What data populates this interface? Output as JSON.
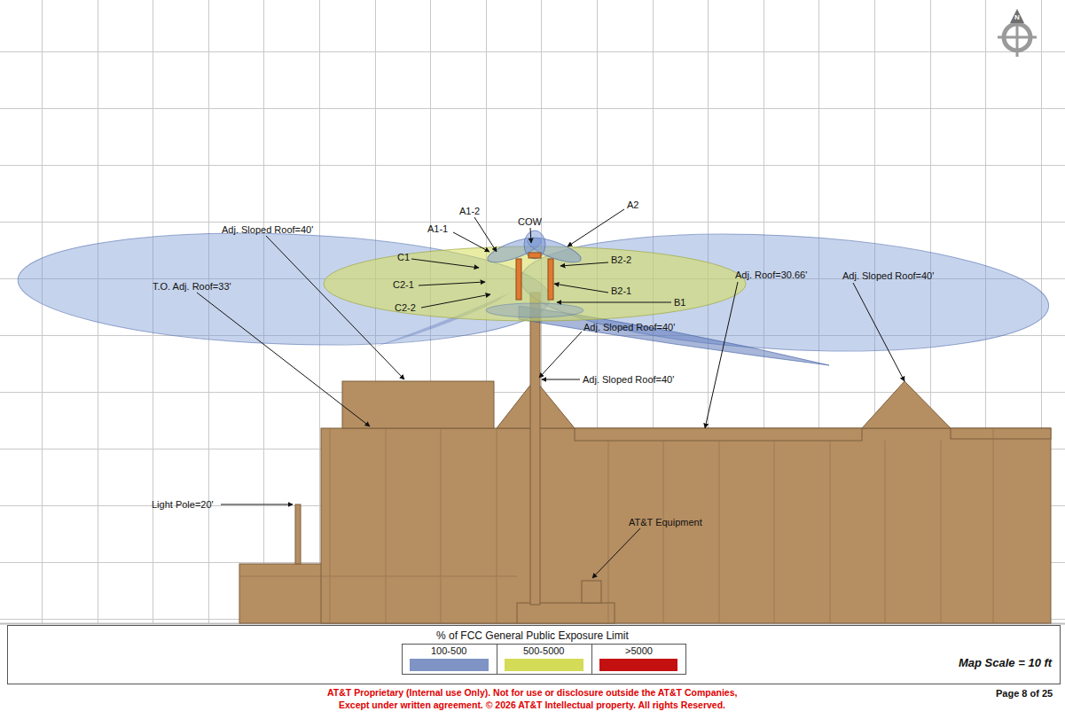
{
  "diagram": {
    "labels": [
      "N",
      "A1-2",
      "COW",
      "A2",
      "A1-1",
      "Adj. Sloped Roof=40'",
      "B2-2",
      "C1",
      "Adj. Roof=30.66'",
      "Adj. Sloped Roof=40'",
      "T.O. Adj. Roof=33'",
      "C2-1",
      "B2-1",
      "C2-2",
      "B1",
      "Adj. Sloped Roof=40'",
      "Adj. Sloped Roof=40'",
      "Light Pole=20'",
      "AT&T Equipment",
      "% of FCC General Public Exposure Limit",
      "Map Scale = 10 ft",
      "AT&T Proprietary (Internal use Only). Not for use or disclosure outside the AT&T Companies,",
      "Except under written agreement. © 2026 AT&T Intellectual property. All rights Reserved.",
      "Page 8 of 25"
    ],
    "legend": [
      {
        "text": "100-500",
        "color": "#7f93c4"
      },
      {
        "text": "500-5000",
        "color": "#d3db57"
      },
      {
        "text": ">5000",
        "color": "#c41010"
      }
    ]
  }
}
